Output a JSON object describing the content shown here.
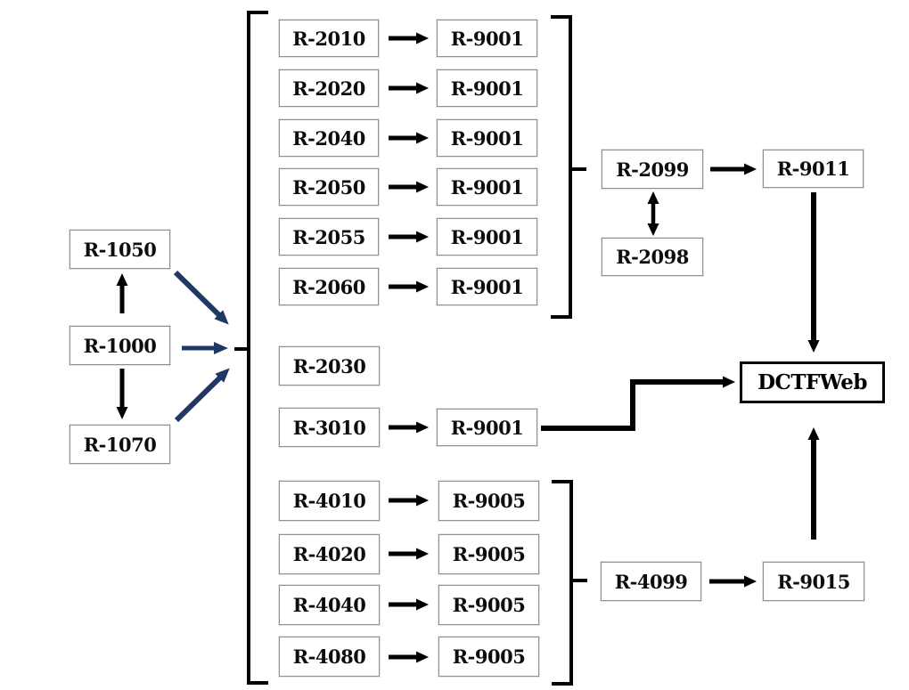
{
  "labels": {
    "r1050": "R-1050",
    "r1000": "R-1000",
    "r1070": "R-1070",
    "r2010": "R-2010",
    "r2020": "R-2020",
    "r2030": "R-2030",
    "r2040": "R-2040",
    "r2050": "R-2050",
    "r2055": "R-2055",
    "r2060": "R-2060",
    "r2098": "R-2098",
    "r2099": "R-2099",
    "r3010": "R-3010",
    "r4010": "R-4010",
    "r4020": "R-4020",
    "r4040": "R-4040",
    "r4080": "R-4080",
    "r4099": "R-4099",
    "r9001": "R-9001",
    "r9005": "R-9005",
    "r9011": "R-9011",
    "r9015": "R-9015",
    "dctfweb": "DCTFWeb"
  },
  "colors": {
    "arrow_black": "#000000",
    "arrow_blue": "#1f3864",
    "box_border": "#8f8f8f",
    "dctf_border": "#000000",
    "background": "#ffffff"
  },
  "relationships": [
    {
      "from": "R-1000",
      "to": "R-1050",
      "bidirectional": false
    },
    {
      "from": "R-1000",
      "to": "R-1070",
      "bidirectional": false
    },
    {
      "from": "R-1050",
      "to": "events-bracket",
      "bidirectional": false
    },
    {
      "from": "R-1000",
      "to": "events-bracket",
      "bidirectional": false
    },
    {
      "from": "R-1070",
      "to": "events-bracket",
      "bidirectional": false
    },
    {
      "from": "R-2010",
      "to": "R-9001",
      "bidirectional": false
    },
    {
      "from": "R-2020",
      "to": "R-9001",
      "bidirectional": false
    },
    {
      "from": "R-2040",
      "to": "R-9001",
      "bidirectional": false
    },
    {
      "from": "R-2050",
      "to": "R-9001",
      "bidirectional": false
    },
    {
      "from": "R-2055",
      "to": "R-9001",
      "bidirectional": false
    },
    {
      "from": "R-2060",
      "to": "R-9001",
      "bidirectional": false
    },
    {
      "from": "R-2010..R-2060 group",
      "to": "R-2099",
      "bidirectional": false
    },
    {
      "from": "R-2099",
      "to": "R-9011",
      "bidirectional": false
    },
    {
      "from": "R-2099",
      "to": "R-2098",
      "bidirectional": true
    },
    {
      "from": "R-9011",
      "to": "DCTFWeb",
      "bidirectional": false
    },
    {
      "from": "R-3010",
      "to": "R-9001",
      "bidirectional": false
    },
    {
      "from": "R-9001 (R-3010)",
      "to": "DCTFWeb",
      "bidirectional": false
    },
    {
      "from": "R-4010",
      "to": "R-9005",
      "bidirectional": false
    },
    {
      "from": "R-4020",
      "to": "R-9005",
      "bidirectional": false
    },
    {
      "from": "R-4040",
      "to": "R-9005",
      "bidirectional": false
    },
    {
      "from": "R-4080",
      "to": "R-9005",
      "bidirectional": false
    },
    {
      "from": "R-4010..R-4080 group",
      "to": "R-4099",
      "bidirectional": false
    },
    {
      "from": "R-4099",
      "to": "R-9015",
      "bidirectional": false
    },
    {
      "from": "R-9015",
      "to": "DCTFWeb",
      "bidirectional": false
    }
  ]
}
